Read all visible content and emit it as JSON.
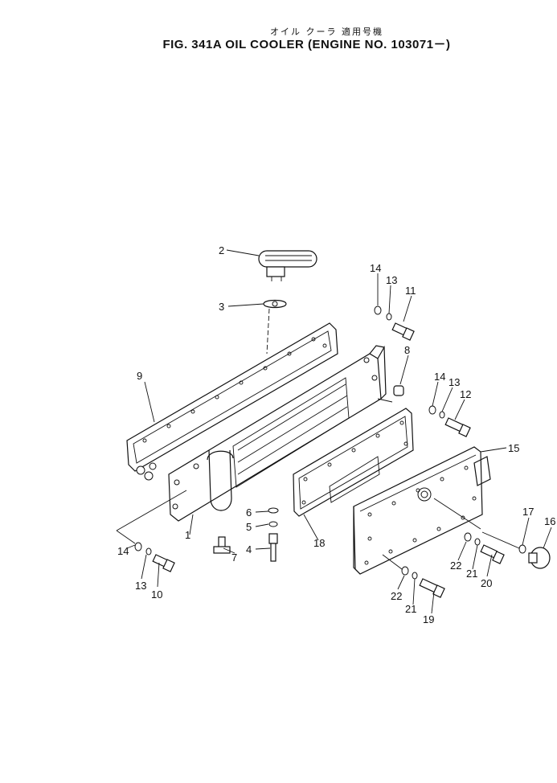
{
  "title": {
    "japanese": "オイル クーラ 適用号機",
    "english": "FIG. 341A  OIL  COOLER (ENGINE NO. 103071－)"
  },
  "callouts": [
    "1",
    "2",
    "3",
    "4",
    "5",
    "6",
    "7",
    "8",
    "9",
    "10",
    "11",
    "12",
    "13",
    "13",
    "13",
    "14",
    "14",
    "14",
    "15",
    "16",
    "17",
    "18",
    "19",
    "20",
    "21",
    "21",
    "22",
    "22"
  ]
}
